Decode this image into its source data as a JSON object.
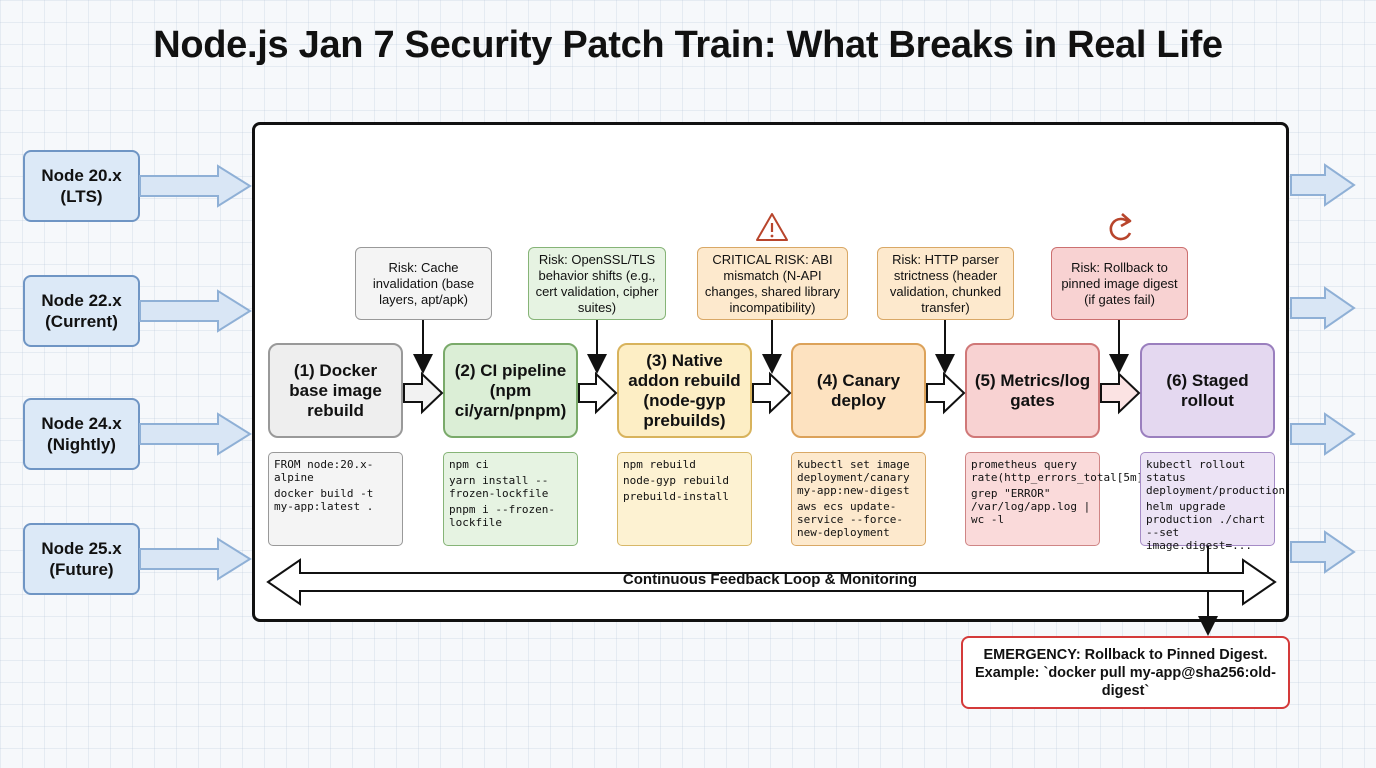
{
  "title": "Node.js Jan 7 Security Patch Train: What Breaks in Real Life",
  "versions": [
    {
      "name": "Node 20.x",
      "tag": "(LTS)"
    },
    {
      "name": "Node 22.x",
      "tag": "(Current)"
    },
    {
      "name": "Node 24.x",
      "tag": "(Nightly)"
    },
    {
      "name": "Node 25.x",
      "tag": "(Future)"
    }
  ],
  "stages": [
    {
      "label": "(1) Docker base image rebuild",
      "color": "gray"
    },
    {
      "label": "(2) CI pipeline (npm ci/yarn/pnpm)",
      "color": "green"
    },
    {
      "label": "(3) Native addon rebuild (node-gyp prebuilds)",
      "color": "yellow"
    },
    {
      "label": "(4) Canary deploy",
      "color": "orange"
    },
    {
      "label": "(5) Metrics/log gates",
      "color": "red"
    },
    {
      "label": "(6) Staged rollout",
      "color": "purple"
    }
  ],
  "risks": [
    {
      "text": "Risk: Cache invalidation (base layers, apt/apk)"
    },
    {
      "text": "Risk: OpenSSL/TLS behavior shifts (e.g., cert validation, cipher suites)"
    },
    {
      "text": "CRITICAL RISK: ABI mismatch (N-API changes, shared library incompatibility)",
      "icon": "warning-icon"
    },
    {
      "text": "Risk: HTTP parser strictness (header validation, chunked transfer)"
    },
    {
      "text": "Risk: Rollback to pinned image digest (if gates fail)",
      "icon": "rollback-icon"
    }
  ],
  "commands": [
    [
      "FROM node:20.x-alpine",
      "docker build -t my-app:latest ."
    ],
    [
      "npm ci",
      "yarn install --frozen-lockfile",
      "pnpm i --frozen-lockfile"
    ],
    [
      "npm rebuild",
      "node-gyp rebuild",
      "prebuild-install"
    ],
    [
      "kubectl set image deployment/canary my-app:new-digest",
      "aws ecs update-service --force-new-deployment"
    ],
    [
      "prometheus query rate(http_errors_total[5m])",
      "grep \"ERROR\" /var/log/app.log | wc -l"
    ],
    [
      "kubectl rollout status deployment/production",
      "helm upgrade production ./chart --set image.digest=..."
    ]
  ],
  "feedback_loop": "Continuous Feedback Loop & Monitoring",
  "emergency": "EMERGENCY: Rollback to Pinned Digest. Example: `docker pull my-app@sha256:old-digest`",
  "colors": {
    "version_fill": "#dce9f7",
    "version_border": "#6f95c4",
    "arrow_blue": "#8fb0d6",
    "emergency_border": "#d43a3a"
  }
}
